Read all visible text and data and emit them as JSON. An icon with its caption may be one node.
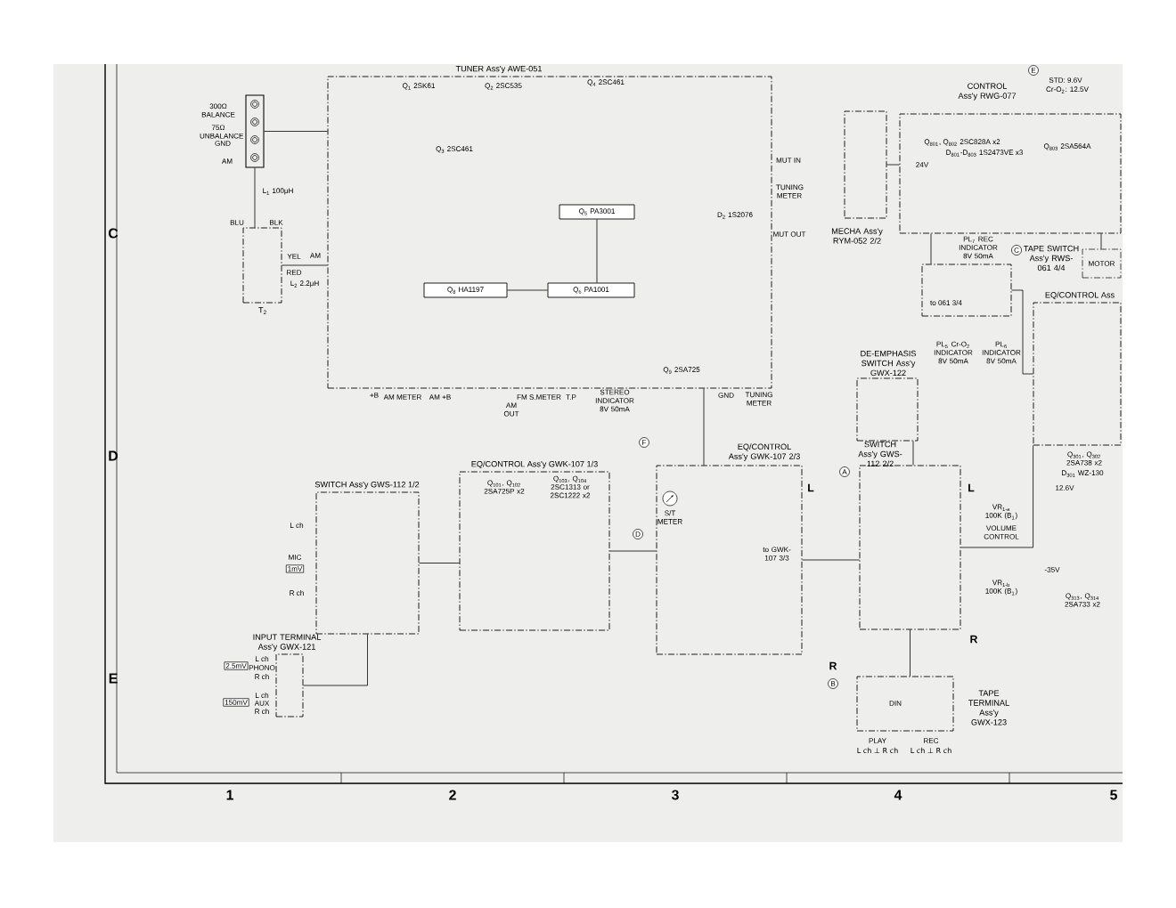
{
  "diagram": {
    "nodes": [
      {
        "text": [
          "TUNER Ass'y AWE-051"
        ]
      },
      {
        "text": [
          "CONTROL Ass'y RWG-077"
        ]
      },
      {
        "text": [
          "MECHA Ass'y RYM-052 2/2"
        ]
      },
      {
        "text": [
          "TAPE SWITCH Ass'y RWS-061 4/4"
        ]
      },
      {
        "text": [
          "DE-EMPHASIS SWITCH Ass'y GWX-122"
        ]
      },
      {
        "text": [
          "EQ/CONTROL Ass"
        ]
      },
      {
        "text": [
          "SWITCH Ass'y GWS-112 1/2"
        ]
      },
      {
        "text": [
          "EQ/CONTROL Ass'y GWK-107 1/3"
        ]
      },
      {
        "text": [
          "EQ/CONTROL Ass'y GWK-107 2/3"
        ]
      },
      {
        "text": [
          "SWITCH Ass'y GWS-112 2/2"
        ]
      },
      {
        "text": [
          "INPUT TERMINAL Ass'y GWX-121"
        ]
      },
      {
        "text": [
          "TAPE TERMINAL Ass'y GWX-123"
        ]
      },
      {
        "text": [],
        "shape": "box",
        "beside": [
          "300Ω BALANCE",
          "75Ω UNBALANCE",
          "GND",
          "AM"
        ]
      },
      {
        "text": [
          "T$_{2}$"
        ]
      },
      {
        "text": [
          "Q$_{5}$ PA3001"
        ],
        "in": 0
      },
      {
        "text": [
          "Q$_{6}$ PA1001"
        ],
        "in": 0
      },
      {
        "text": [
          "Q$_{8}$ HA1197"
        ],
        "in": 0
      },
      {
        "text": [],
        "shape": "circle",
        "in": 8,
        "beside": [
          "S/T METER"
        ]
      },
      {
        "text": [
          "MOTOR"
        ]
      }
    ],
    "edges": [
      {
        "from": 12,
        "to": 0,
        "arrow": "none"
      },
      {
        "from": 12,
        "to": 13,
        "arrow": "none"
      },
      {
        "from": 13,
        "to": 0,
        "arrow": "none"
      },
      {
        "from": 0,
        "to": 8,
        "arrow": "none"
      },
      {
        "from": 10,
        "to": 6,
        "arrow": "none"
      },
      {
        "from": 6,
        "to": 7,
        "arrow": "none"
      },
      {
        "from": 7,
        "to": 8,
        "arrow": "none"
      },
      {
        "from": 8,
        "to": 9,
        "arrow": "none"
      },
      {
        "from": 9,
        "to": 11,
        "arrow": "none"
      },
      {
        "from": 9,
        "to": 5,
        "arrow": "none"
      },
      {
        "from": 2,
        "to": 1,
        "arrow": "none"
      },
      {
        "from": 1,
        "to": 3,
        "arrow": "none"
      },
      {
        "from": 3,
        "to": 5,
        "arrow": "none"
      },
      {
        "from": 4,
        "to": 9,
        "arrow": "none"
      },
      {
        "from": 16,
        "to": 15,
        "arrow": "none"
      },
      {
        "from": 14,
        "to": 15,
        "arrow": "none"
      },
      {
        "from": 1,
        "to": 18,
        "arrow": "none"
      }
    ],
    "labels": [
      "C",
      "D",
      "E",
      "1",
      "2",
      "3",
      "4",
      "5",
      "Q$_{1}$ 2SK61",
      "Q$_{2}$ 2SC535",
      "Q$_{4}$ 2SC461",
      "Q$_{3}$ 2SC461",
      "Q$_{9}$ 2SA725",
      "D$_{2}$ 1S2076",
      "MUT IN",
      "TUNING METER",
      "MUT OUT",
      "+B",
      "AM METER",
      "AM +B",
      "AM OUT",
      "FM S.METER",
      "T.P",
      "STEREO INDICATOR 8V 50mA",
      "GND",
      "TUNING METER",
      "YEL",
      "AM",
      "RED",
      "BLU",
      "BLK",
      "L$_{1}$ 100μH",
      "L$_{2}$ 2.2μH",
      "L ch",
      "MIC",
      "1mV",
      "R ch",
      "2.5mV",
      "L ch",
      "PHONO",
      "R ch",
      "150mV",
      "L ch",
      "AUX",
      "R ch",
      "Q$_{101}$, Q$_{102}$ 2SA725P x2",
      "Q$_{103}$, Q$_{104}$ 2SC1313 or 2SC1222 x2",
      "to GWK-107 3/3",
      "L",
      "R",
      "D",
      "F",
      "A",
      "L",
      "R",
      "VR$_{1-a}$ 100K (B$_{1}$)",
      "VOLUME CONTROL",
      "VR$_{1-b}$ 100K (B$_{1}$)",
      "B",
      "DIN",
      "PLAY",
      "REC",
      "L ch ⊥ R ch",
      "L ch ⊥ R ch",
      "E",
      "STD: 9.6V",
      "Cr-O$_{2}$: 12.5V",
      "Q$_{801}$, Q$_{802}$ 2SC828A x2",
      "D$_{801}$-D$_{803}$ 1S2473VE x3",
      "Q$_{803}$ 2SA564A",
      "24V",
      "PL$_{7}$ REC INDICATOR 8V 50mA",
      "C",
      "to 061 3/4",
      "PL$_{5}$ Cr-O$_{2}$ INDICATOR 8V 50mA",
      "PL$_{6}$ INDICATOR 8V 50mA",
      "Q$_{301}$, Q$_{302}$ 2SA738 x2",
      "D$_{301}$ WZ-130",
      "12.6V",
      "-35V",
      "Q$_{313}$, Q$_{314}$ 2SA733 x2"
    ]
  }
}
